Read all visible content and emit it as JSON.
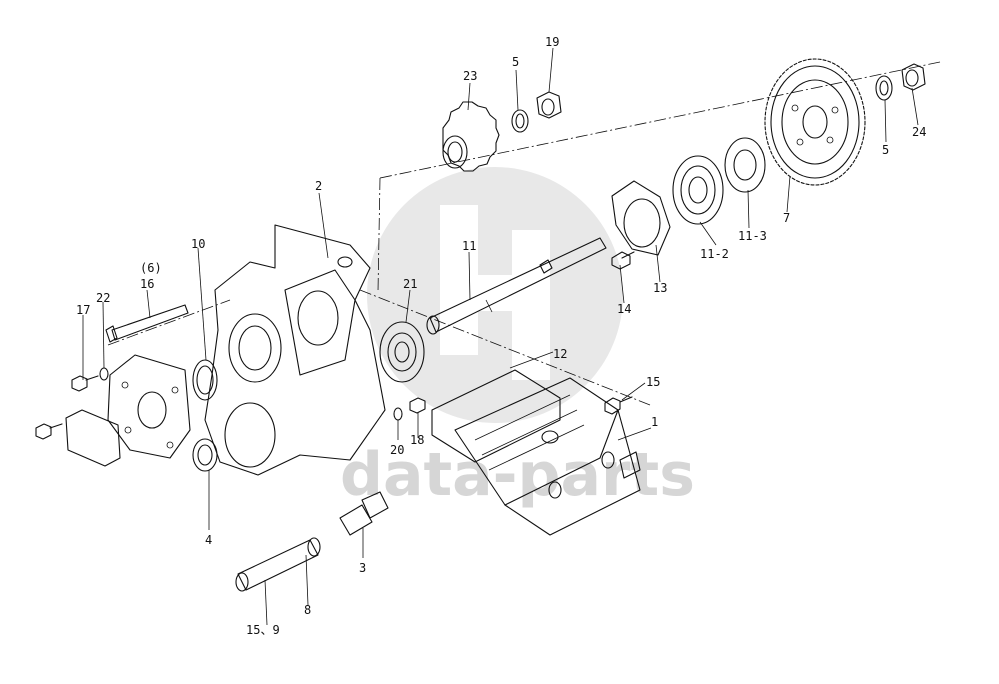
{
  "watermark": "data-parts",
  "callouts": [
    "1",
    "2",
    "3",
    "4",
    "5",
    "5",
    "(6)",
    "7",
    "8",
    "10",
    "11",
    "11-2",
    "11-3",
    "12",
    "13",
    "14",
    "15",
    "15、9",
    "16",
    "17",
    "18",
    "19",
    "20",
    "21",
    "22",
    "23",
    "24"
  ]
}
